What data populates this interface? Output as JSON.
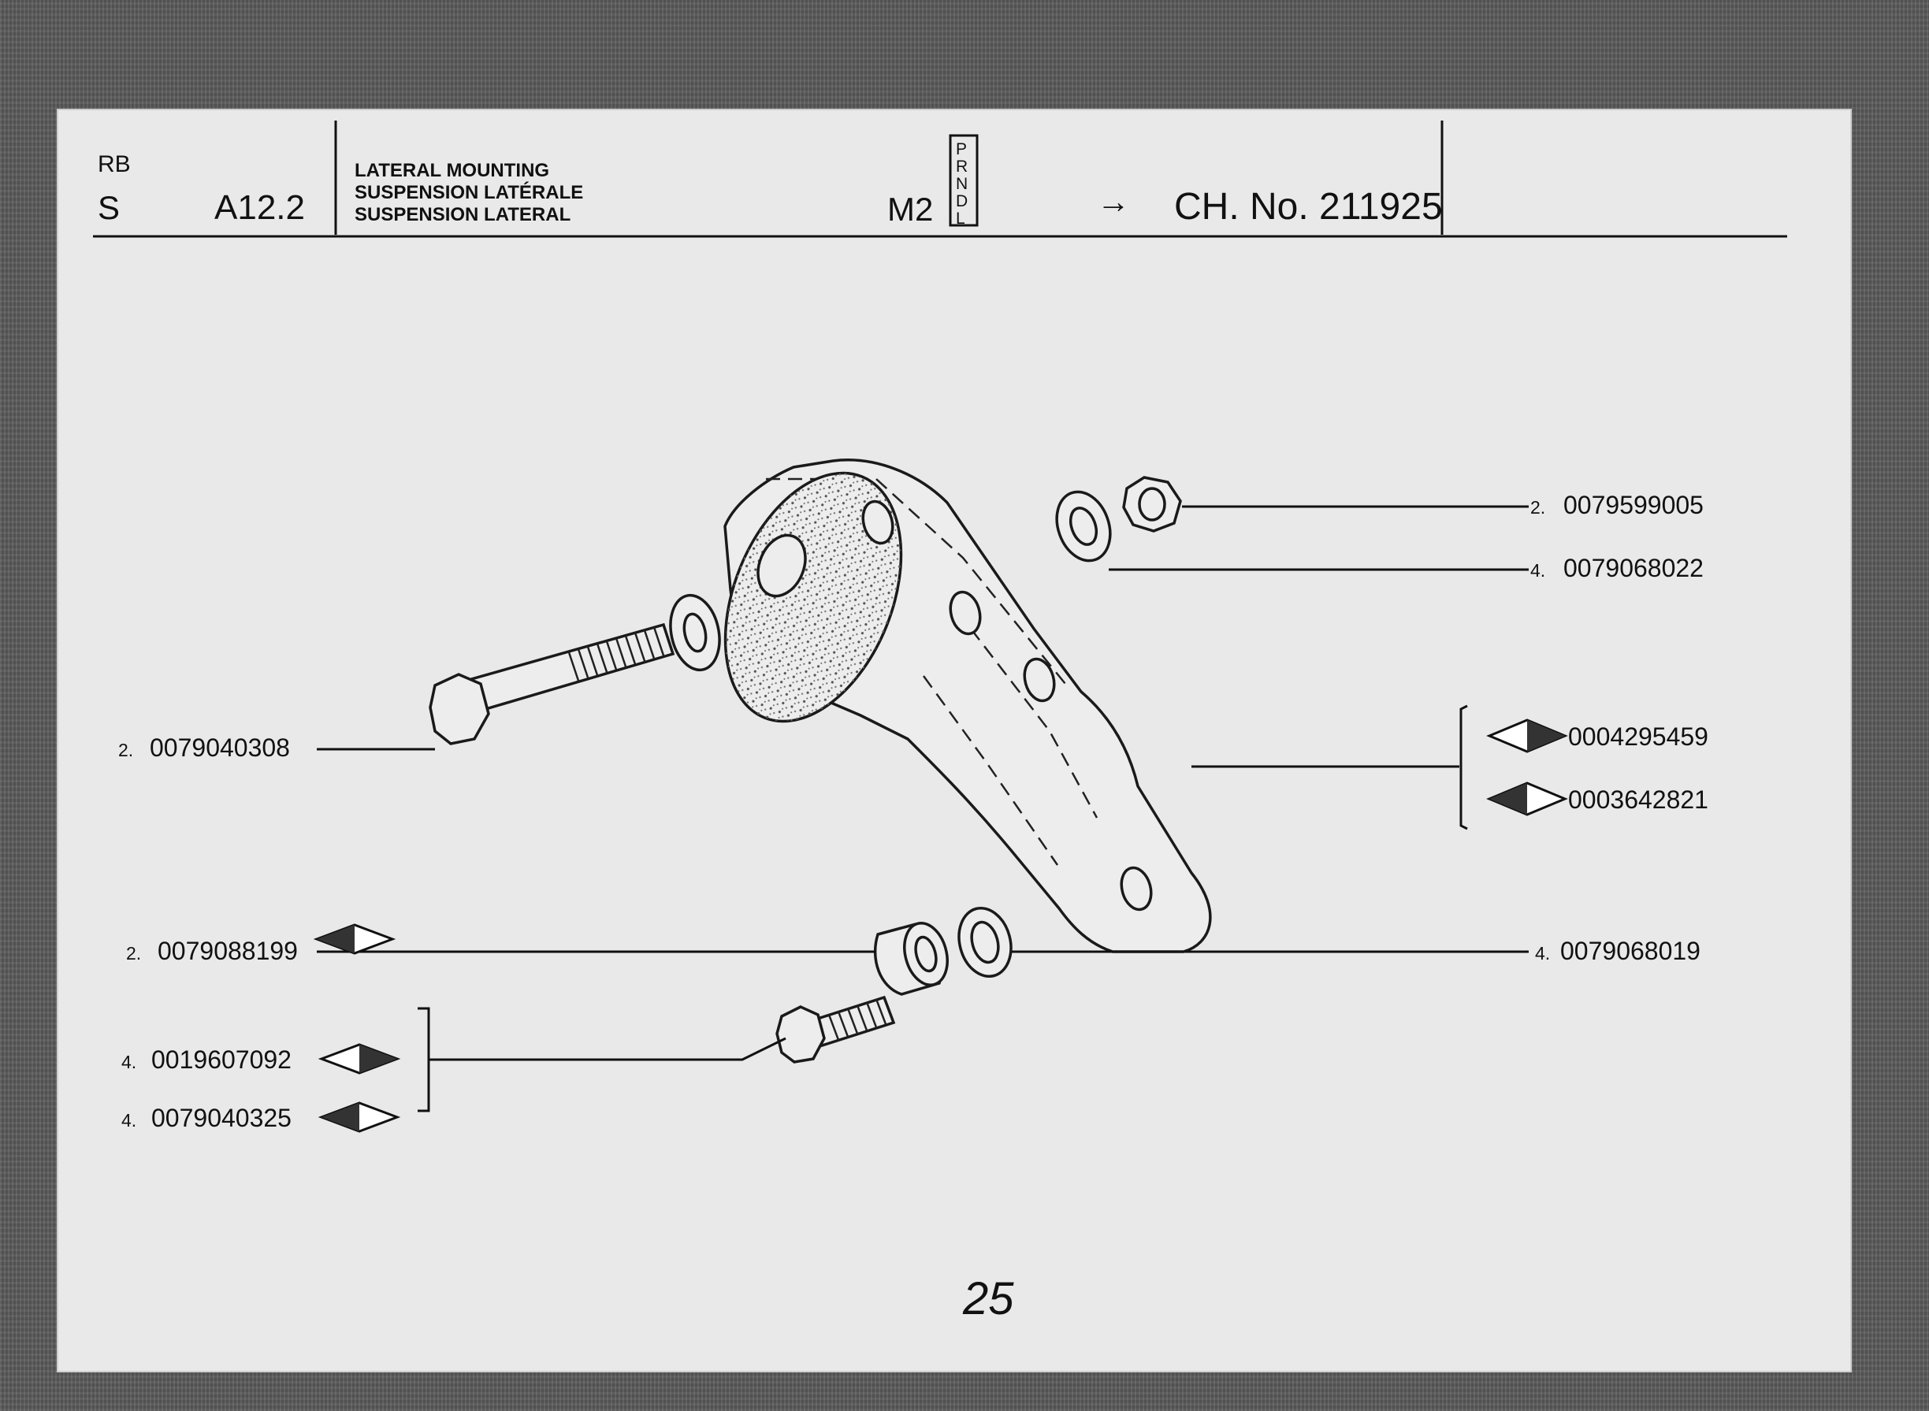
{
  "header": {
    "code_rb": "RB",
    "code_s": "S",
    "section": "A12.2",
    "title_lines": [
      "LATERAL MOUNTING",
      "SUSPENSION LATÉRALE",
      "SUSPENSION LATERAL"
    ],
    "model": "M2",
    "gear_letters": [
      "P",
      "R",
      "N",
      "D",
      "L"
    ],
    "arrow": "→",
    "chassis": "CH. No. 211925"
  },
  "callouts": [
    {
      "qty": "2.",
      "part": "0079599005",
      "marker": "none"
    },
    {
      "qty": "4.",
      "part": "0079068022",
      "marker": "none"
    },
    {
      "qty": "2.",
      "part": "0079040308",
      "marker": "none"
    },
    {
      "qty": "",
      "part": "0004295459",
      "marker": "diamond-right-shaded"
    },
    {
      "qty": "",
      "part": "0003642821",
      "marker": "diamond-left-shaded"
    },
    {
      "qty": "2.",
      "part": "0079088199",
      "marker": "diamond-left-shaded"
    },
    {
      "qty": "4.",
      "part": "0079068019",
      "marker": "none"
    },
    {
      "qty": "4.",
      "part": "0019607092",
      "marker": "diamond-right-shaded"
    },
    {
      "qty": "4.",
      "part": "0079040325",
      "marker": "diamond-left-shaded"
    }
  ],
  "page_number": "25"
}
